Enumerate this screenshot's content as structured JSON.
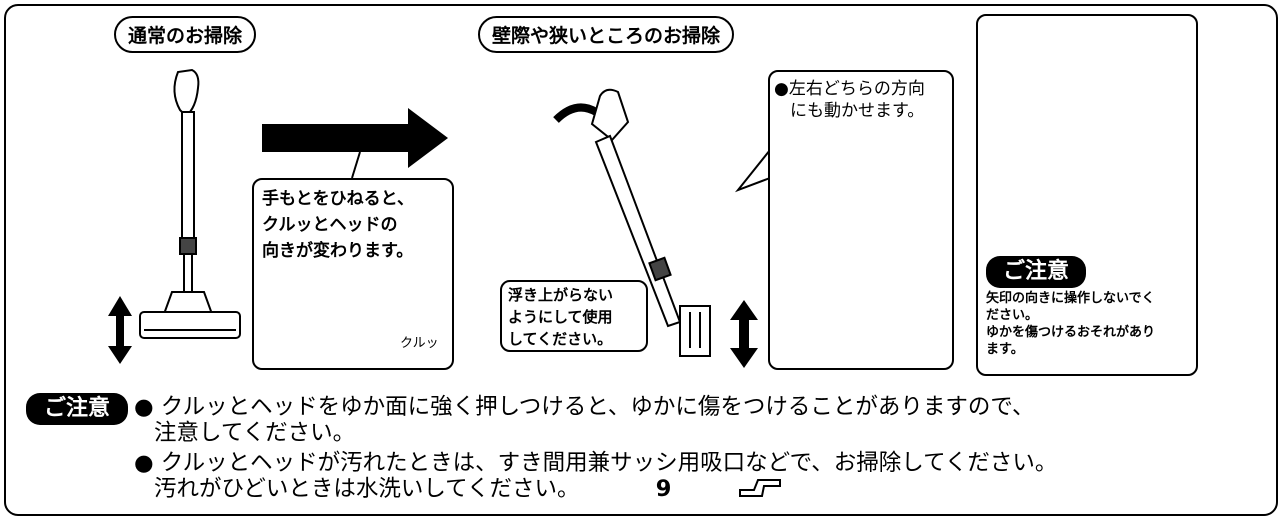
{
  "labels": {
    "normal_cleaning": "通常のお掃除",
    "wall_cleaning": "壁際や狭いところのお掃除"
  },
  "callouts": {
    "twist": "手もとをひねると、\nクルッとヘッドの\n向きが変わります。",
    "float": "浮き上がらない\nようにして使用\nしてください。",
    "direction_line1": "●左右どちらの方向",
    "direction_line2": "にも動かせます。",
    "kuru": "クルッ"
  },
  "caution_box": {
    "badge": "ご注意",
    "text": "矢印の向きに操作しないでく\nださい。\nゆかを傷つけるおそれがあり\nます。"
  },
  "notes": {
    "badge": "ご注意",
    "item1_line1": "● クルッとヘッドをゆか面に強く押しつけると、ゆかに傷をつけることがありますので、",
    "item1_line2": "注意してください。",
    "item2_line1": "● クルッとヘッドが汚れたときは、すき間用兼サッシ用吸口などで、お掃除してください。",
    "item2_line2": "汚れがひどいときは水洗いしてください。",
    "page_ref": "9"
  }
}
